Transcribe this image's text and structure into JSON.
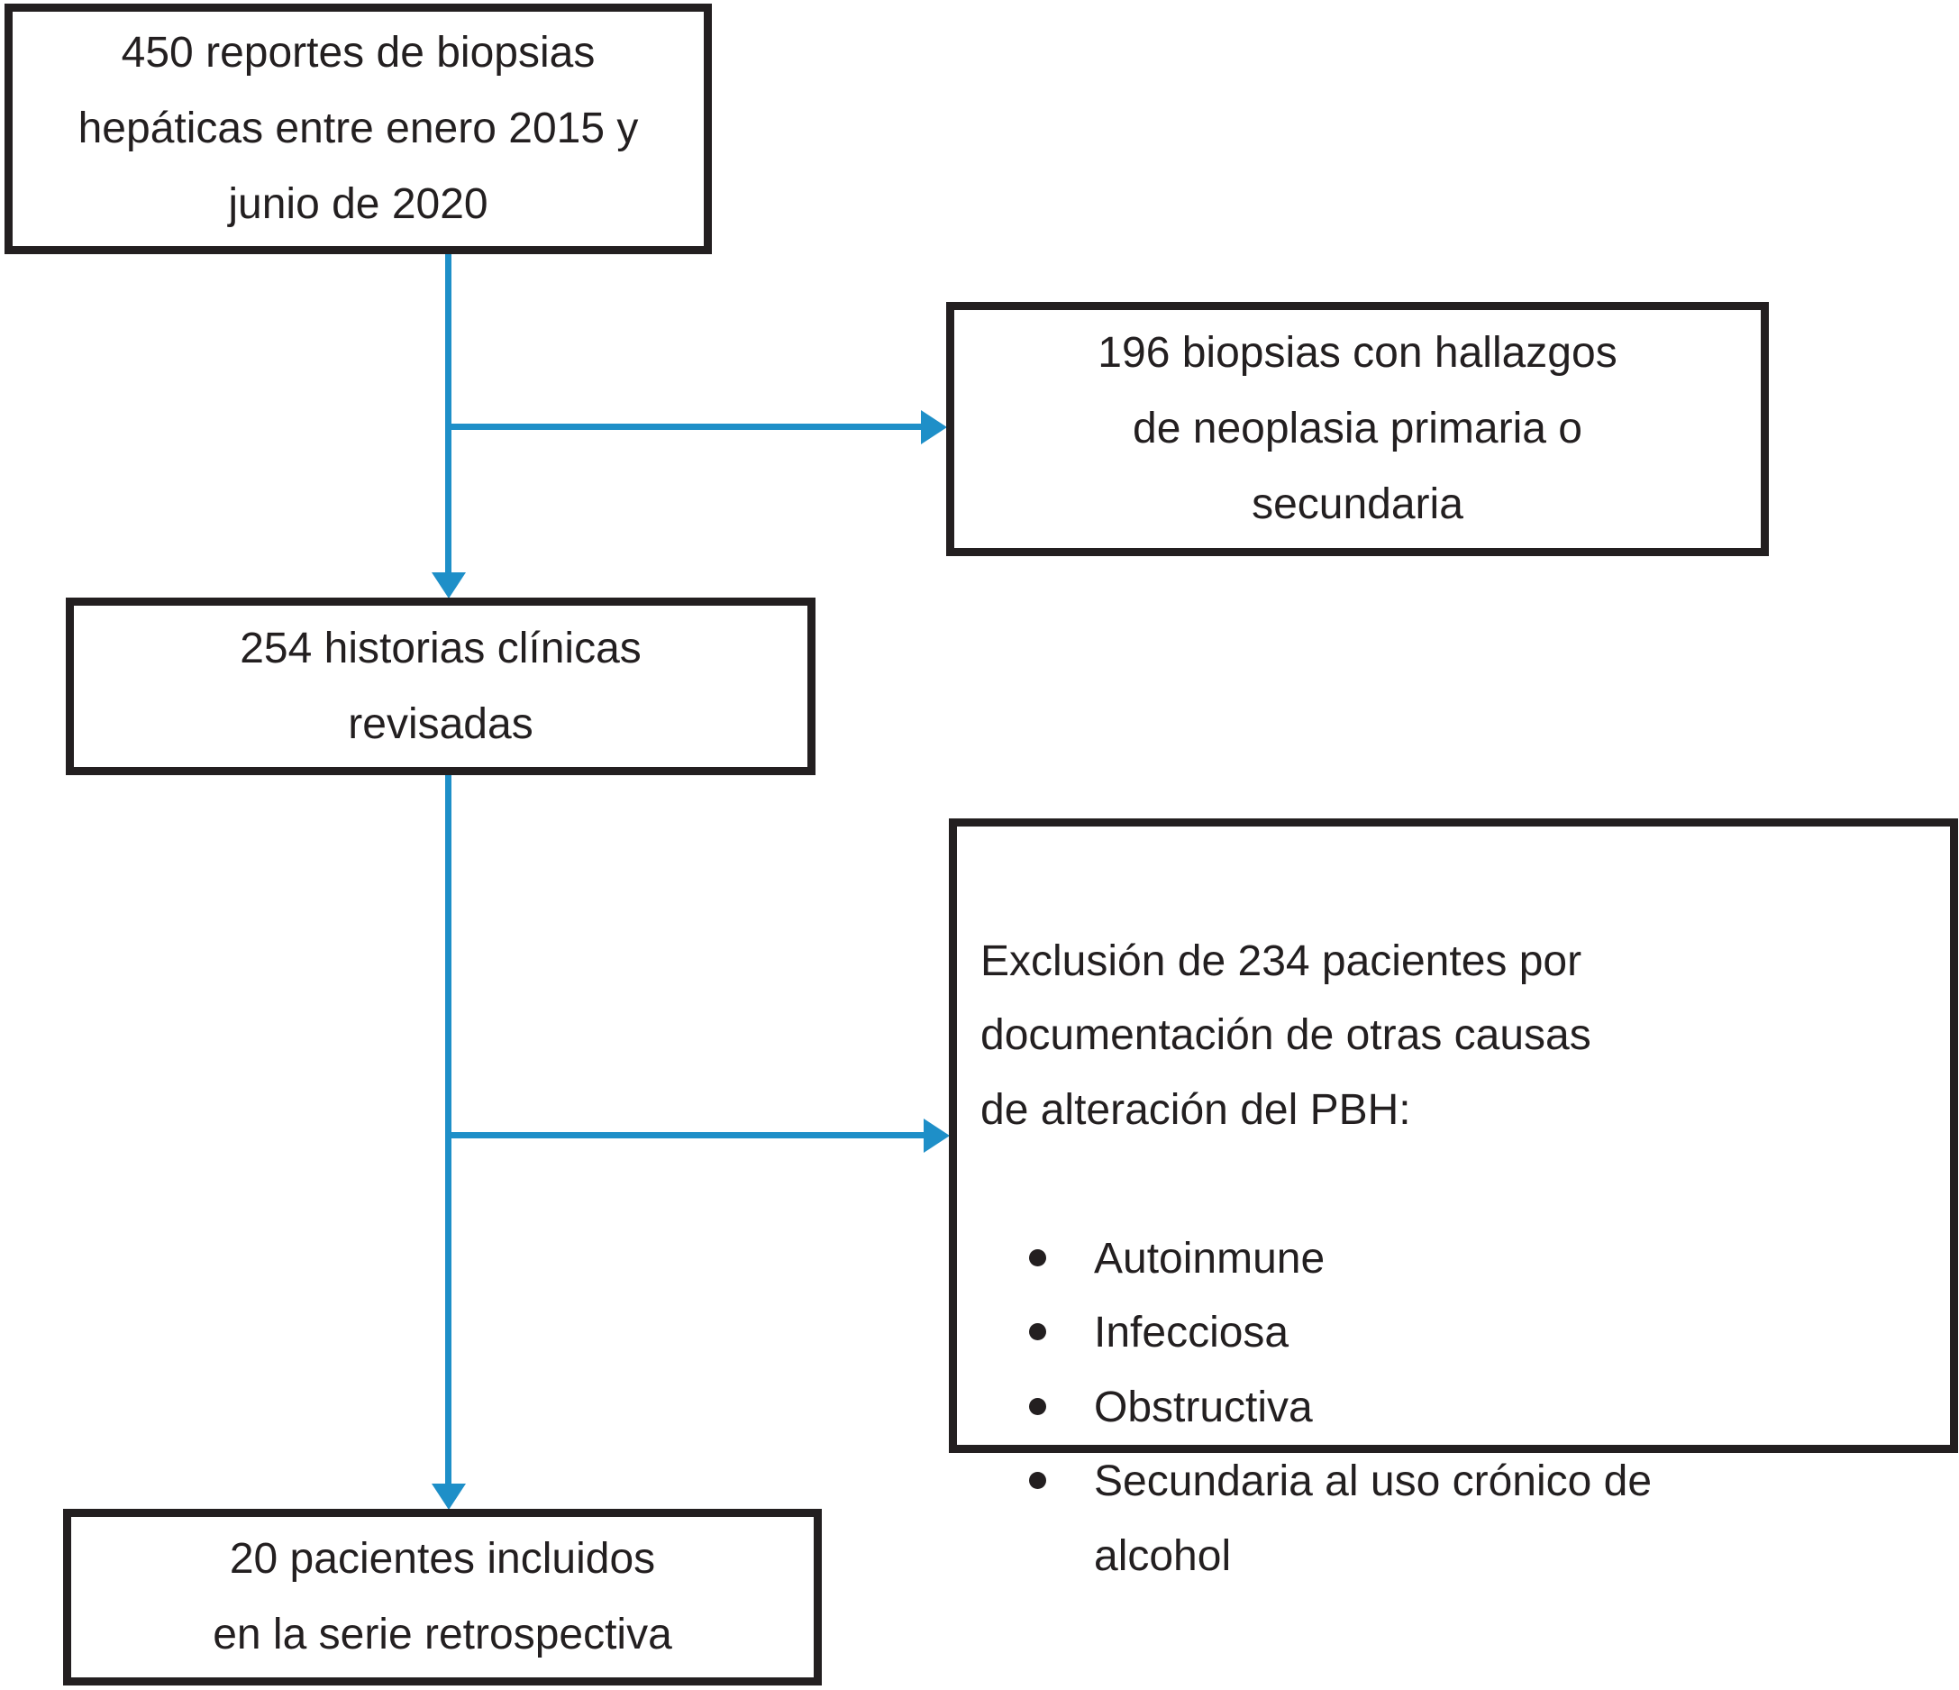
{
  "figure": {
    "background_color": "#ffffff",
    "box_border_color": "#231f20",
    "text_color": "#231f20",
    "arrow_color": "#1e8fc8"
  },
  "flow": {
    "box_reports": "450 reportes de biopsias\nhepáticas entre enero 2015 y\njunio de 2020",
    "box_neoplasia": "196 biopsias con hallazgos\nde neoplasia primaria o\nsecundaria",
    "box_records": "254 historias clínicas\nrevisadas",
    "box_exclusion_intro": "Exclusión de 234 pacientes por\ndocumentación de otras causas\nde alteración del PBH:",
    "box_exclusion_bullets": [
      "Autoinmune",
      "Infecciosa",
      "Obstructiva",
      "Secundaria al uso crónico de alcohol"
    ],
    "box_included": "20 pacientes incluidos\nen la serie retrospectiva"
  }
}
